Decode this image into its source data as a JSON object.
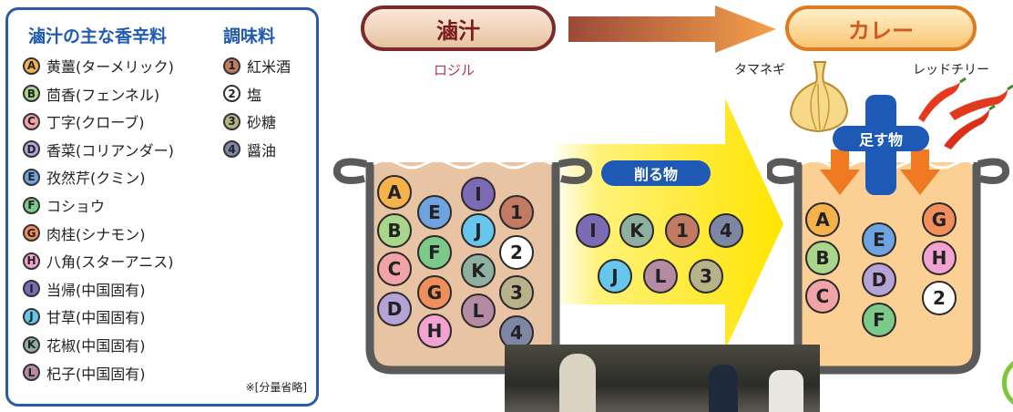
{
  "legend": {
    "spices_title": "滷汁の主な香辛料",
    "seasoning_title": "調味料",
    "spices": [
      {
        "mark": "A",
        "name": "黄薑(ターメリック)",
        "color": "#f5b24a"
      },
      {
        "mark": "B",
        "name": "茴香(フェンネル)",
        "color": "#a8d68a"
      },
      {
        "mark": "C",
        "name": "丁字(クローブ)",
        "color": "#f2a3a8"
      },
      {
        "mark": "D",
        "name": "香菜(コリアンダー)",
        "color": "#b5a3d8"
      },
      {
        "mark": "E",
        "name": "孜然芹(クミン)",
        "color": "#6fa3e0"
      },
      {
        "mark": "F",
        "name": "コショウ",
        "color": "#7cc98a"
      },
      {
        "mark": "G",
        "name": "肉桂(シナモン)",
        "color": "#f08f5c"
      },
      {
        "mark": "H",
        "name": "八角(スターアニス)",
        "color": "#f2a3d0"
      },
      {
        "mark": "I",
        "name": "当帰(中国固有)",
        "color": "#7b6bb5"
      },
      {
        "mark": "J",
        "name": "甘草(中国固有)",
        "color": "#66c6ec"
      },
      {
        "mark": "K",
        "name": "花椒(中国固有)",
        "color": "#8fb0a0"
      },
      {
        "mark": "L",
        "name": "杞子(中国固有)",
        "color": "#b58aa3"
      }
    ],
    "seasonings": [
      {
        "mark": "1",
        "name": "紅米酒",
        "color": "#c07b62"
      },
      {
        "mark": "2",
        "name": "塩",
        "color": "#ffffff"
      },
      {
        "mark": "3",
        "name": "砂糖",
        "color": "#b7b28a"
      },
      {
        "mark": "4",
        "name": "醤油",
        "color": "#7d86a3"
      }
    ],
    "note": "※[分量省略]"
  },
  "top": {
    "luzhi": "滷汁",
    "luzhi_sub": "ロジル",
    "curry": "カレー",
    "onion": "タマネギ",
    "pepper": "レッドチリー"
  },
  "middle": {
    "remove_label": "削る物",
    "removed": [
      "I",
      "K",
      "1",
      "4",
      "J",
      "L",
      "3"
    ]
  },
  "right": {
    "add_label": "足す物",
    "items": [
      "A",
      "B",
      "C",
      "E",
      "D",
      "F",
      "G",
      "H",
      "2"
    ]
  },
  "left_pot": {
    "items": [
      "A",
      "E",
      "I",
      "1",
      "B",
      "F",
      "J",
      "2",
      "C",
      "G",
      "K",
      "3",
      "D",
      "H",
      "L",
      "4"
    ]
  }
}
